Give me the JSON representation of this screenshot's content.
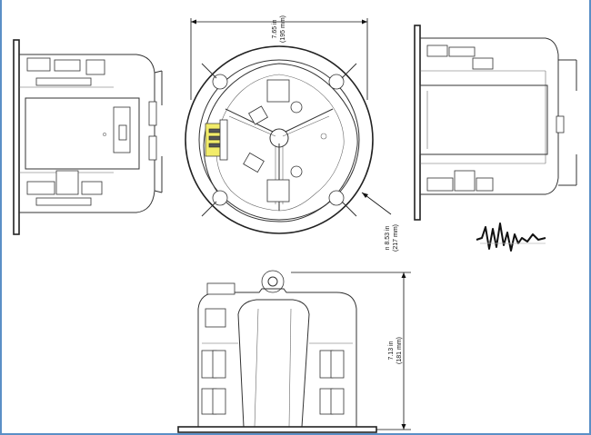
{
  "dimensions": {
    "width_in": "7.65 in",
    "width_mm": "(195 mm)",
    "diameter_in": "n 8.53 in",
    "diameter_mm": "(217 mm)",
    "height_in": "7.13 in",
    "height_mm": "(181 mm)"
  },
  "colors": {
    "line": "#333333",
    "frame": "#5b8fc6",
    "terminal_highlight": "#f2ec6a"
  },
  "icons": {
    "logo": "waveform-logo-icon"
  }
}
